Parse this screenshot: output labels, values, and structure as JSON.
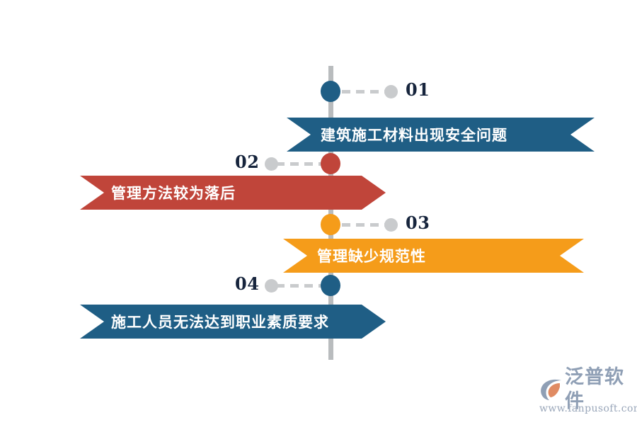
{
  "diagram": {
    "type": "timeline-infographic",
    "orientation": "vertical-spine-with-alternating-banners",
    "spine_color": "#b9bcbe",
    "rows": [
      {
        "number": "01",
        "number_side": "right",
        "banner_text": "建筑施工材料出现安全问题",
        "banner_color": "#1f5e85",
        "node_color": "#1f5e85",
        "banner_side": "right",
        "banner_shape": "concave-both"
      },
      {
        "number": "02",
        "number_side": "left",
        "banner_text": "管理方法较为落后",
        "banner_color": "#c0453a",
        "node_color": "#c0453a",
        "banner_side": "left",
        "banner_shape": "concave-left-arrow-right"
      },
      {
        "number": "03",
        "number_side": "right",
        "banner_text": "管理缺少规范性",
        "banner_color": "#f59c1a",
        "node_color": "#f59c1a",
        "banner_side": "right",
        "banner_shape": "concave-both"
      },
      {
        "number": "04",
        "number_side": "left",
        "banner_text": "施工人员无法达到职业素质要求",
        "banner_color": "#1f5e85",
        "node_color": "#1f5e85",
        "banner_side": "left",
        "banner_shape": "concave-left-arrow-right"
      }
    ]
  },
  "watermark": {
    "brand_name": "泛普软件",
    "url": "www.fanpusoft.com",
    "mark_icon": "fanpu-swoosh-icon",
    "brand_color": "#8f9fb5",
    "accent_color": "#e08b63"
  }
}
